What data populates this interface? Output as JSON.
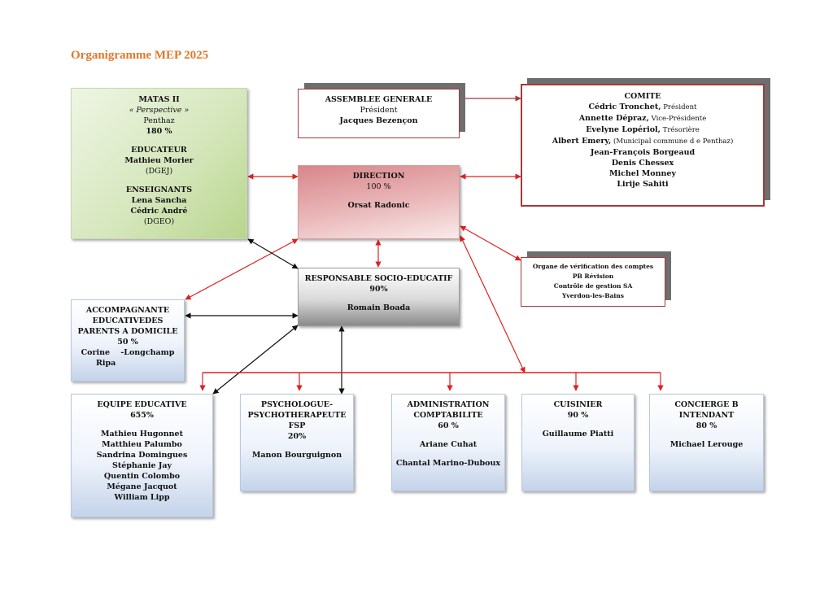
{
  "title": "Organigramme MEP 2025",
  "matas": {
    "name": "MATAS II",
    "subtitle": "« Perspective »",
    "place": "Penthaz",
    "percent": "180 %",
    "educateur_title": "EDUCATEUR",
    "educateur_name": "Mathieu Morier",
    "educateur_org": "(DGEJ)",
    "enseignants_title": "ENSEIGNANTS",
    "enseignants": [
      "Lena Sancha",
      "Cédric André"
    ],
    "enseignants_org": "(DGEO)"
  },
  "assemblee": {
    "title": "ASSEMBLEE GENERALE",
    "role": "Président",
    "name": "Jacques Bezençon"
  },
  "comite": {
    "title": "COMITE",
    "members": [
      {
        "name": "Cédric Tronchet,",
        "role": " Président"
      },
      {
        "name": "Annette Dépraz,",
        "role": " Vice-Présidente"
      },
      {
        "name": "Evelyne Lopériol,",
        "role": "  Trésorière"
      },
      {
        "name": "Albert Emery,",
        "role": " (Municipal commune d e Penthaz)"
      },
      {
        "name": "Jean-François Borgeaud",
        "role": ""
      },
      {
        "name": "Denis Chessex",
        "role": ""
      },
      {
        "name": "Michel Monney",
        "role": ""
      },
      {
        "name": "Lirije Sahiti",
        "role": ""
      }
    ]
  },
  "direction": {
    "title": "DIRECTION",
    "percent": "100 %",
    "name": "Orsat Radonic"
  },
  "organe": {
    "line1": "Organe de vérification des comptes",
    "line2": "PB Révision",
    "line3": "Contrôle de gestion SA",
    "line4": "Yverdon-les-Bains"
  },
  "responsable": {
    "title": "RESPONSABLE SOCIO-EDUCATIF",
    "percent": "90%",
    "name": "Romain Boada"
  },
  "accompagnante": {
    "line1": "ACCOMPAGNANTE",
    "line2": "EDUCATIVEDES",
    "line3": "PARENTS A DOMICILE",
    "percent": "50 %",
    "names": "Corine    -Longchamp",
    "names2": "Ripa"
  },
  "equipe": {
    "title": "EQUIPE EDUCATIVE",
    "percent": "655%",
    "members": [
      "Mathieu Hugonnet",
      "Matthieu Palumbo",
      "Sandrina Domingues",
      "Stéphanie Jay",
      "Quentin Colombo",
      "Mégane Jacquot",
      "William Lipp"
    ]
  },
  "psychologue": {
    "line1": "PSYCHOLOGUE-",
    "line2": "PSYCHOTHERAPEUTE",
    "line3": "FSP",
    "percent": "20%",
    "name": "Manon Bourguignon"
  },
  "administration": {
    "line1": "ADMINISTRATION",
    "line2": "COMPTABILITE",
    "percent": "60 %",
    "names": [
      "Ariane Cuhat",
      "Chantal Marino-Duboux"
    ]
  },
  "cuisinier": {
    "title": "CUISINIER",
    "percent": "90 %",
    "name": "Guillaume Piatti"
  },
  "concierge": {
    "line1": "CONCIERGE B",
    "line2": "INTENDANT",
    "percent": "80 %",
    "name": "Michael Lerouge"
  },
  "colors": {
    "title": "#e0782a",
    "red_line": "#e02020",
    "black_line": "#111111",
    "comite_border": "#a33a3a"
  }
}
